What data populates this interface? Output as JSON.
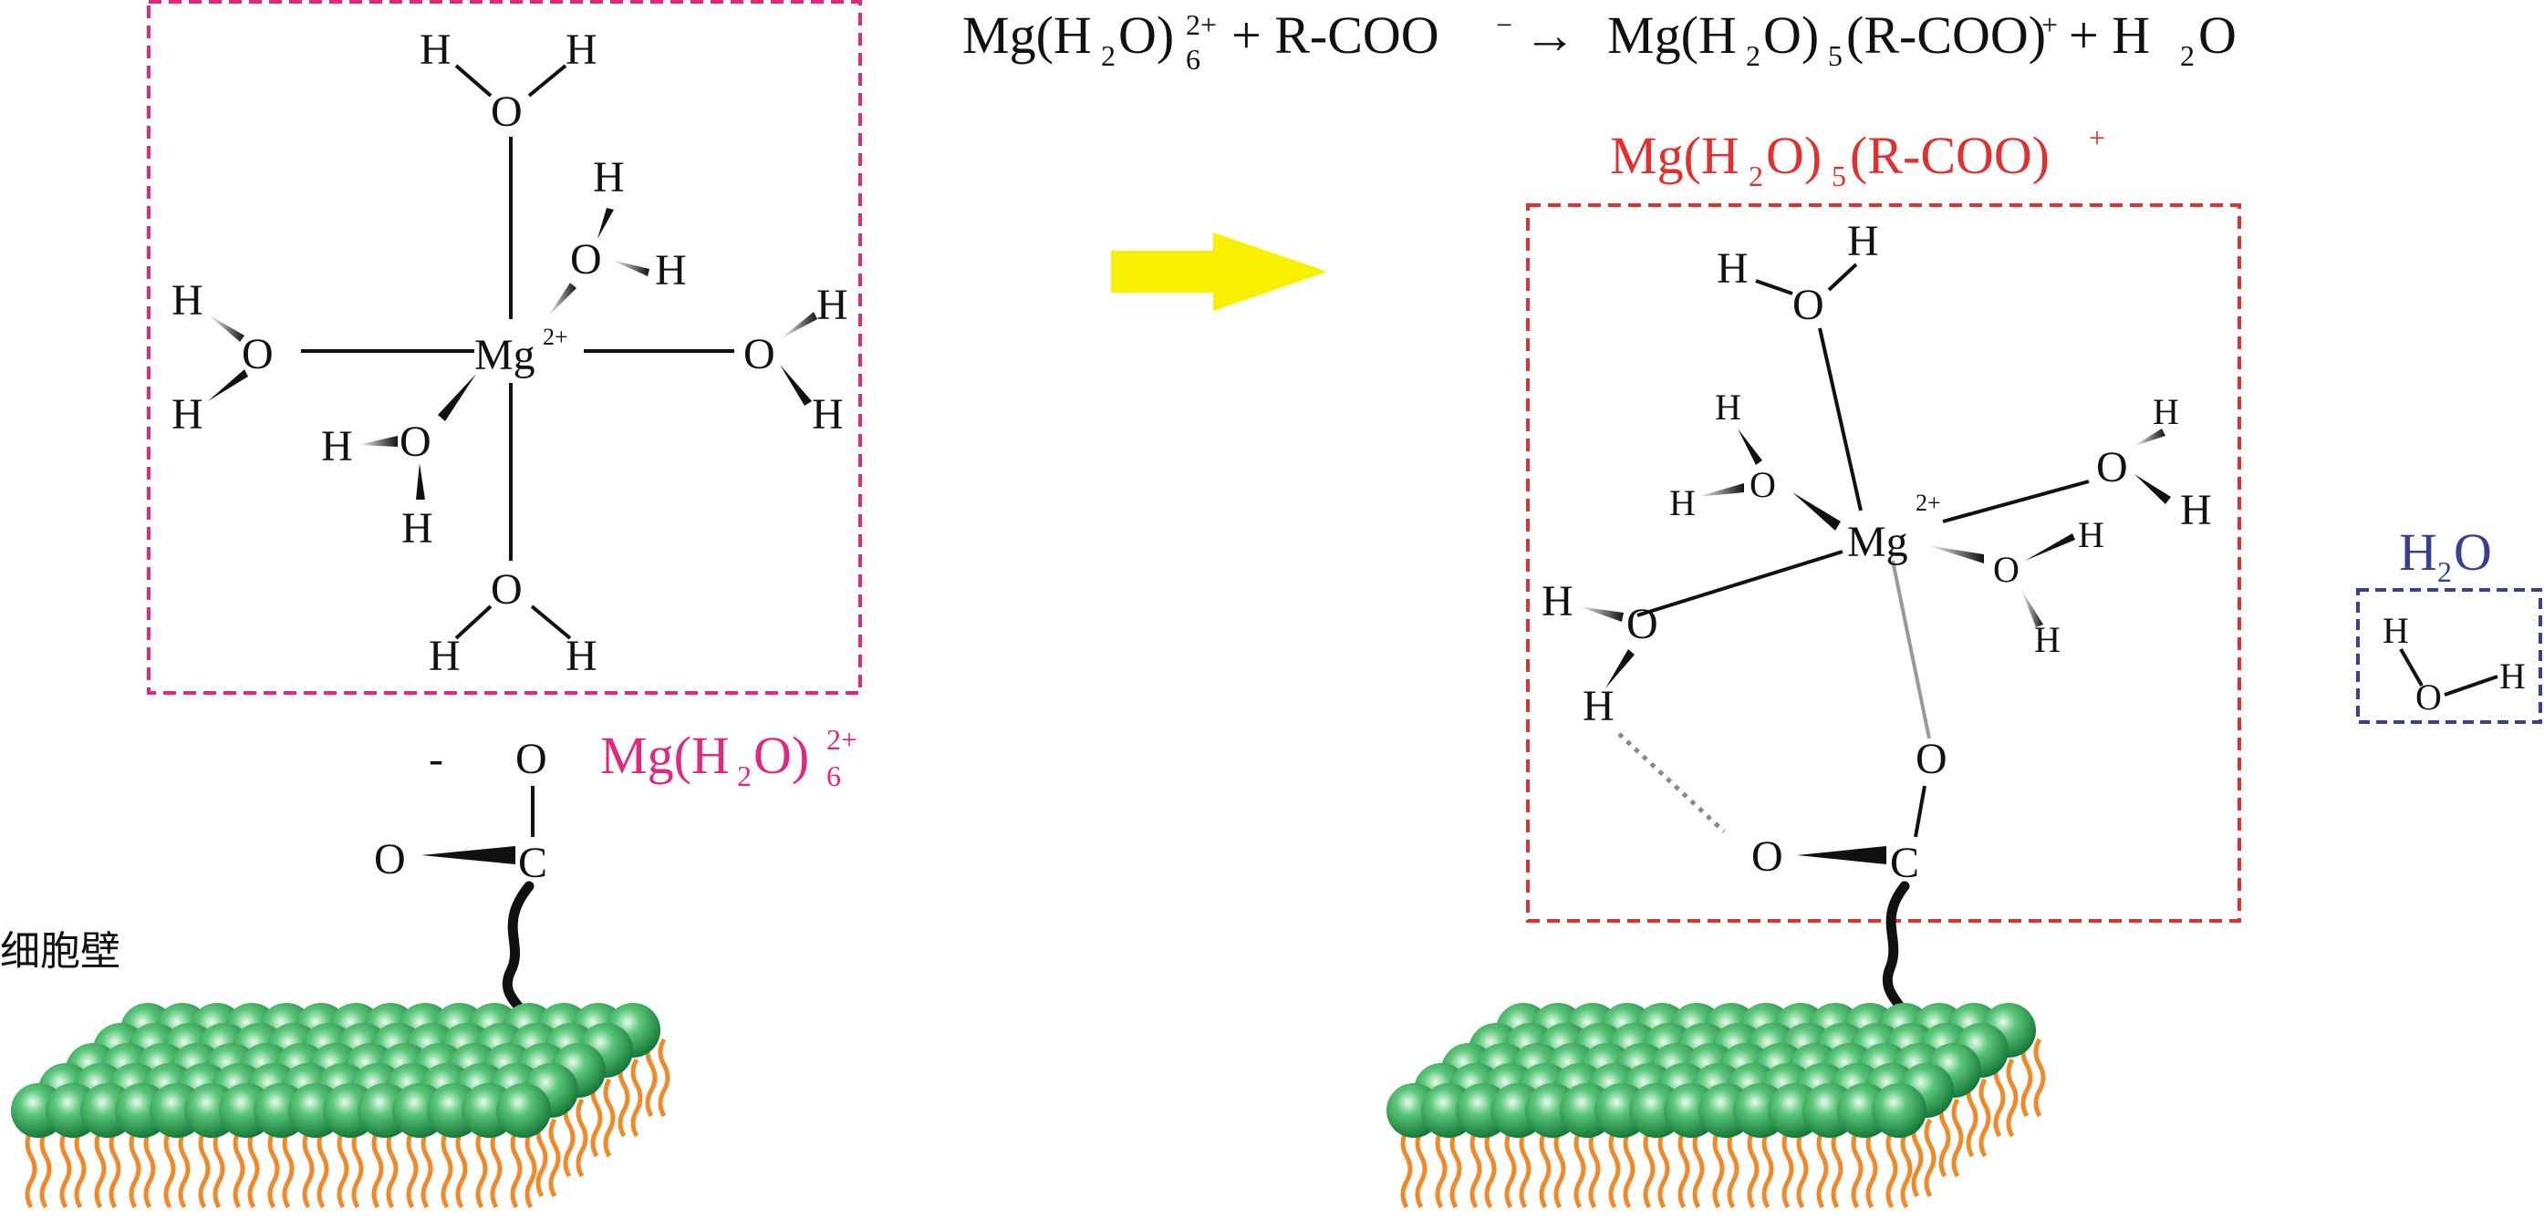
{
  "equation": {
    "reactant1": "Mg(H",
    "reactant1_sub": "2",
    "reactant1_close": "O)",
    "reactant1_charge": "2+",
    "reactant1_count": "6",
    "plus1": "+ R-COO",
    "minus": "−",
    "arrow": "→",
    "product1": "Mg(H",
    "product1_sub": "2",
    "product1_mid": "O)",
    "product1_count": "5",
    "product1_tail": "(R-COO)",
    "product1_charge": "+",
    "plus2": "+ H",
    "product2_sub": "2",
    "product2_tail": "O"
  },
  "labels": {
    "left_complex": {
      "main": "Mg(H",
      "sub": "2",
      "close": "O)",
      "count": "6",
      "charge": "2+",
      "color": "#e0287f"
    },
    "right_complex": {
      "main": "Mg(H",
      "sub": "2",
      "mid": "O)",
      "count": "5",
      "tail": "(R-COO)",
      "charge": "+",
      "color": "#e03131"
    },
    "water": {
      "main": "H",
      "sub": "2",
      "tail": "O",
      "color": "#3a3f8f"
    },
    "cell_wall": "细胞壁",
    "charge_minus": "-"
  },
  "atoms": {
    "hydrogen": "H",
    "oxygen": "O",
    "carbon": "C",
    "metal": "Mg",
    "metal_charge": "2+"
  },
  "colors": {
    "arrow": "#f7f000",
    "bead": "#2e9e47",
    "tail": "#ef8a2a",
    "left_box": "#e0287f",
    "right_box": "#e03131",
    "water_box": "#3a3f8f"
  }
}
